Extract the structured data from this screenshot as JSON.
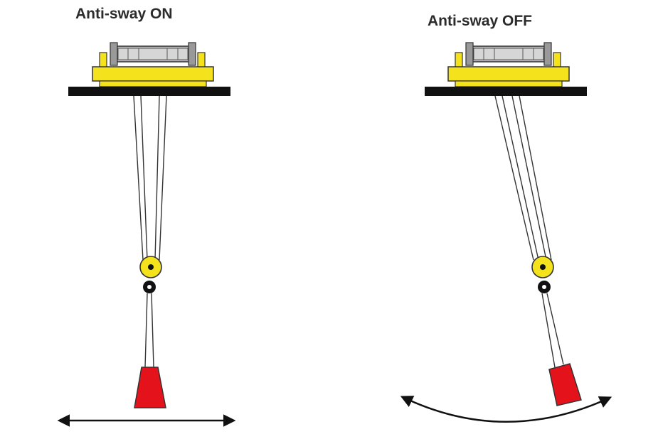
{
  "panels": {
    "left": {
      "title": "Anti-sway ON"
    },
    "right": {
      "title": "Anti-sway OFF"
    }
  },
  "colors": {
    "trolley": "#f3e21c",
    "rail": "#111111",
    "load": "#e4131b",
    "hook_block": "#f3e21c",
    "rope": "#333333",
    "drum": "#b9b9b9"
  },
  "icons": {
    "left_motion": "double-headed-straight-arrow",
    "right_motion": "double-headed-curved-arrow"
  }
}
